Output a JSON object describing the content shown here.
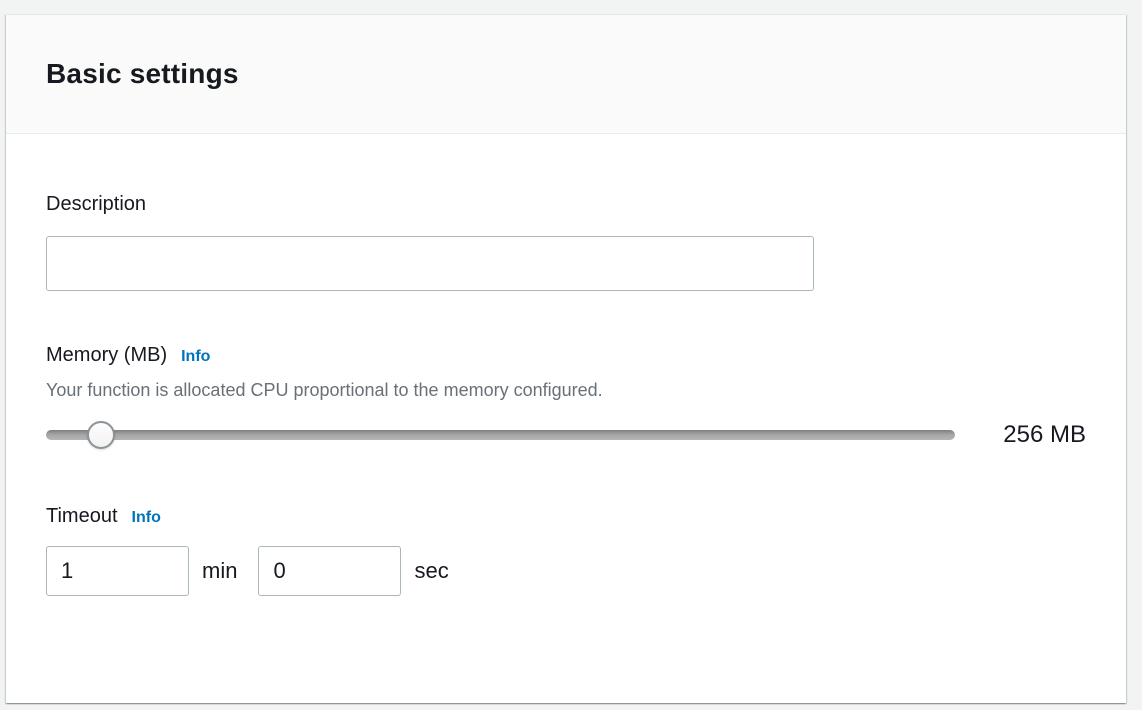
{
  "panel": {
    "title": "Basic settings"
  },
  "description": {
    "label": "Description",
    "value": "",
    "placeholder": ""
  },
  "memory": {
    "label": "Memory (MB)",
    "info_link": "Info",
    "helper": "Your function is allocated CPU proportional to the memory configured.",
    "value_display": "256 MB",
    "slider_percent": 6
  },
  "timeout": {
    "label": "Timeout",
    "info_link": "Info",
    "minutes_value": "1",
    "minutes_unit": "min",
    "seconds_value": "0",
    "seconds_unit": "sec"
  },
  "colors": {
    "link": "#0073bb",
    "heading": "#16191f",
    "helper_text": "#687078",
    "input_border": "#aab7b8",
    "header_bg": "#fafafa",
    "divider": "#eaeded",
    "page_bg": "#f2f3f3"
  }
}
